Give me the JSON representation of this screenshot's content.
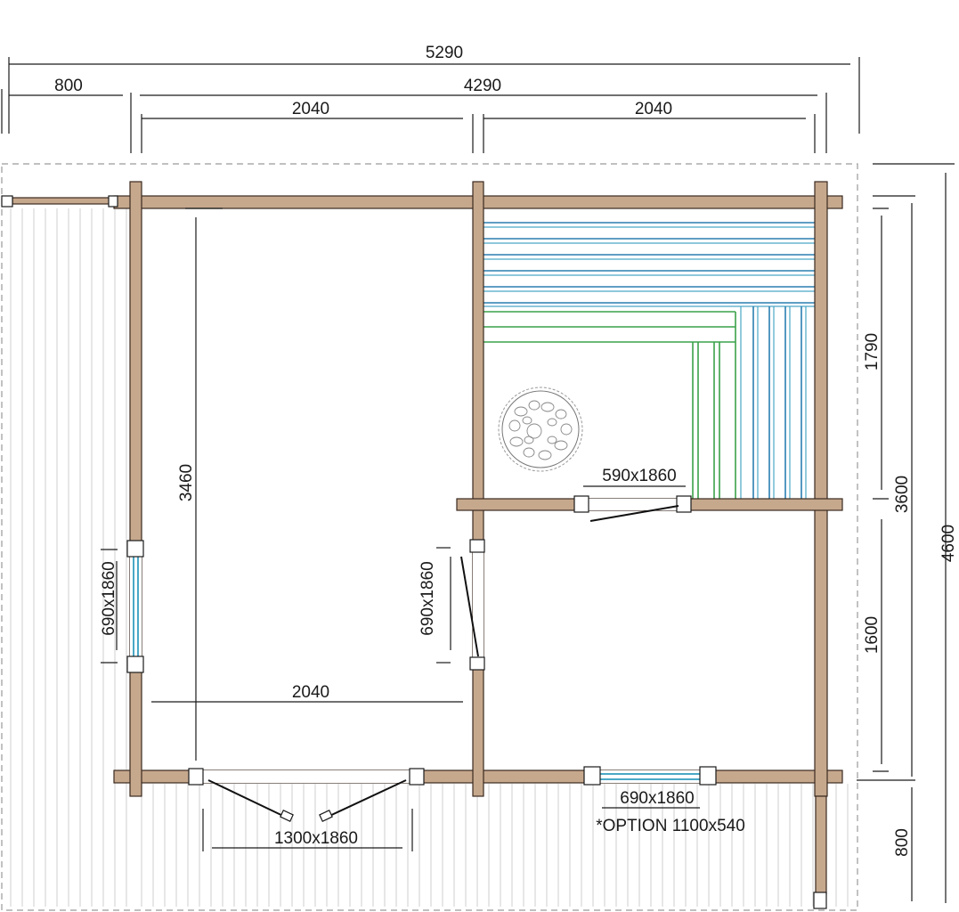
{
  "plan": {
    "dimensions": {
      "total_width": "5290",
      "terrace_width": "800",
      "house_width": "4290",
      "room_left_width": "2040",
      "room_right_width": "2040",
      "inner_width": "2040",
      "room_depth": "3460",
      "sauna_depth": "1790",
      "shower_depth": "1600",
      "house_depth": "3600",
      "total_depth": "4600",
      "porch_depth": "800"
    },
    "openings": {
      "window_left": "690x1860",
      "door_interior": "690x1860",
      "sauna_door": "590x1860",
      "window_bottom": "690x1860",
      "window_option": "*OPTION 1100x540",
      "main_door": "1300x1860"
    },
    "colors": {
      "wall": "#c6a88d",
      "bench_blue": "#2b7fb0",
      "bench_green": "#3aa24a"
    },
    "icons": {
      "stove": "sauna-stove-icon"
    }
  }
}
